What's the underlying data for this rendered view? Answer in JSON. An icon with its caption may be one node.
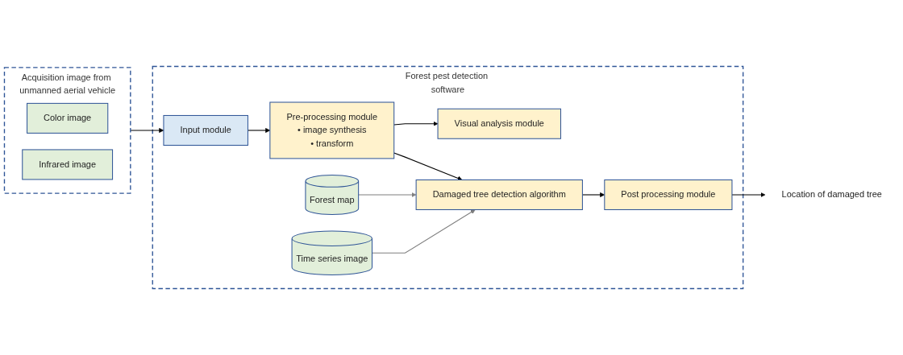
{
  "diagram": {
    "nodes": [
      {
        "text": [
          "Acquisition image from unmanned aerial vehicle"
        ]
      },
      {
        "text": [
          "Color image"
        ],
        "in": 0
      },
      {
        "text": [
          "Infrared image"
        ],
        "in": 0
      },
      {
        "text": [
          "Forest pest detection software"
        ]
      },
      {
        "text": [
          "Input module"
        ],
        "in": 3
      },
      {
        "text": [
          "Pre-processing module",
          "• image synthesis",
          "• transform"
        ],
        "in": 3
      },
      {
        "text": [
          "Visual analysis module"
        ],
        "in": 3
      },
      {
        "text": [
          "Damaged tree detection algorithm"
        ],
        "in": 3
      },
      {
        "text": [
          "Post processing module"
        ],
        "in": 3
      },
      {
        "text": [
          "Forest map"
        ],
        "in": 3
      },
      {
        "text": [
          "Time series image"
        ],
        "in": 3
      },
      {
        "text": [
          "Location of damaged tree"
        ]
      }
    ],
    "edges": [
      {
        "from": 0,
        "to": 4,
        "arrow": "to"
      },
      {
        "from": 4,
        "to": 5,
        "arrow": "to"
      },
      {
        "from": 5,
        "to": 6,
        "arrow": "to"
      },
      {
        "from": 5,
        "to": 7,
        "arrow": "to"
      },
      {
        "from": 9,
        "to": 7,
        "arrow": "to",
        "color": "#7f7f7f"
      },
      {
        "from": 10,
        "to": 7,
        "arrow": "to",
        "color": "#7f7f7f"
      },
      {
        "from": 7,
        "to": 8,
        "arrow": "to"
      },
      {
        "from": 8,
        "to": 11,
        "arrow": "to"
      }
    ]
  }
}
